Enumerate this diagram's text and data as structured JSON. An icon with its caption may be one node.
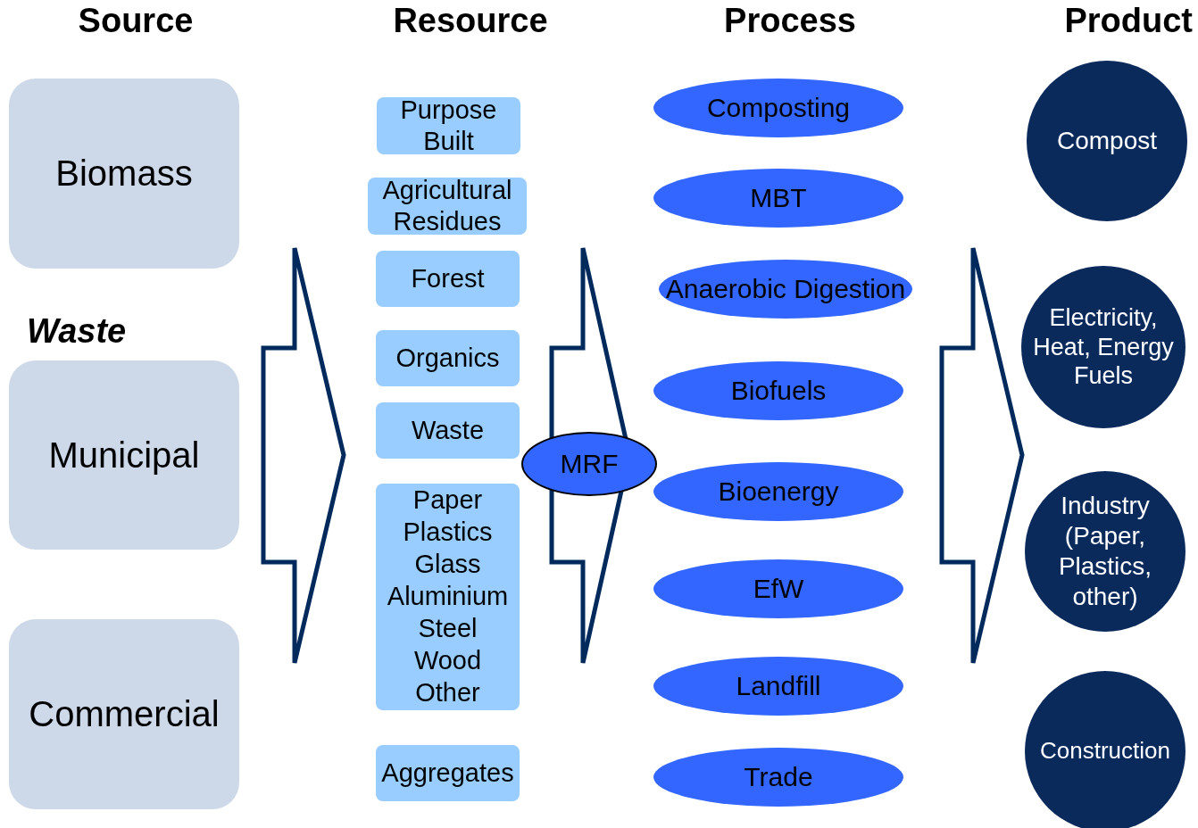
{
  "diagram": {
    "nodes": [
      {
        "text": [
          "Biomass"
        ]
      },
      {
        "text": [
          "Municipal"
        ]
      },
      {
        "text": [
          "Commercial"
        ]
      },
      {
        "text": [
          "Purpose Built"
        ]
      },
      {
        "text": [
          "Agricultural Residues"
        ]
      },
      {
        "text": [
          "Forest"
        ]
      },
      {
        "text": [
          "Organics"
        ]
      },
      {
        "text": [
          "Waste"
        ]
      },
      {
        "text": [
          "Paper",
          "Plastics",
          "Glass",
          "Aluminium",
          "Steel",
          "Wood",
          "Other"
        ]
      },
      {
        "text": [
          "Aggregates"
        ]
      },
      {
        "text": [
          "MRF"
        ]
      },
      {
        "text": [
          "Composting"
        ]
      },
      {
        "text": [
          "MBT"
        ]
      },
      {
        "text": [
          "Anaerobic Digestion"
        ]
      },
      {
        "text": [
          "Biofuels"
        ]
      },
      {
        "text": [
          "Bioenergy"
        ]
      },
      {
        "text": [
          "EfW"
        ]
      },
      {
        "text": [
          "Landfill"
        ]
      },
      {
        "text": [
          "Trade"
        ]
      },
      {
        "text": [
          "Compost"
        ]
      },
      {
        "text": [
          "Electricity, Heat, Energy Fuels"
        ]
      },
      {
        "text": [
          "Industry (Paper, Plastics, other)"
        ]
      },
      {
        "text": [
          "Construction"
        ]
      }
    ],
    "edges": [
      {
        "from": 1,
        "to": 7,
        "arrow": "to"
      }
    ],
    "labels": [
      "Source",
      "Resource",
      "Process",
      "Product",
      "Waste"
    ]
  }
}
